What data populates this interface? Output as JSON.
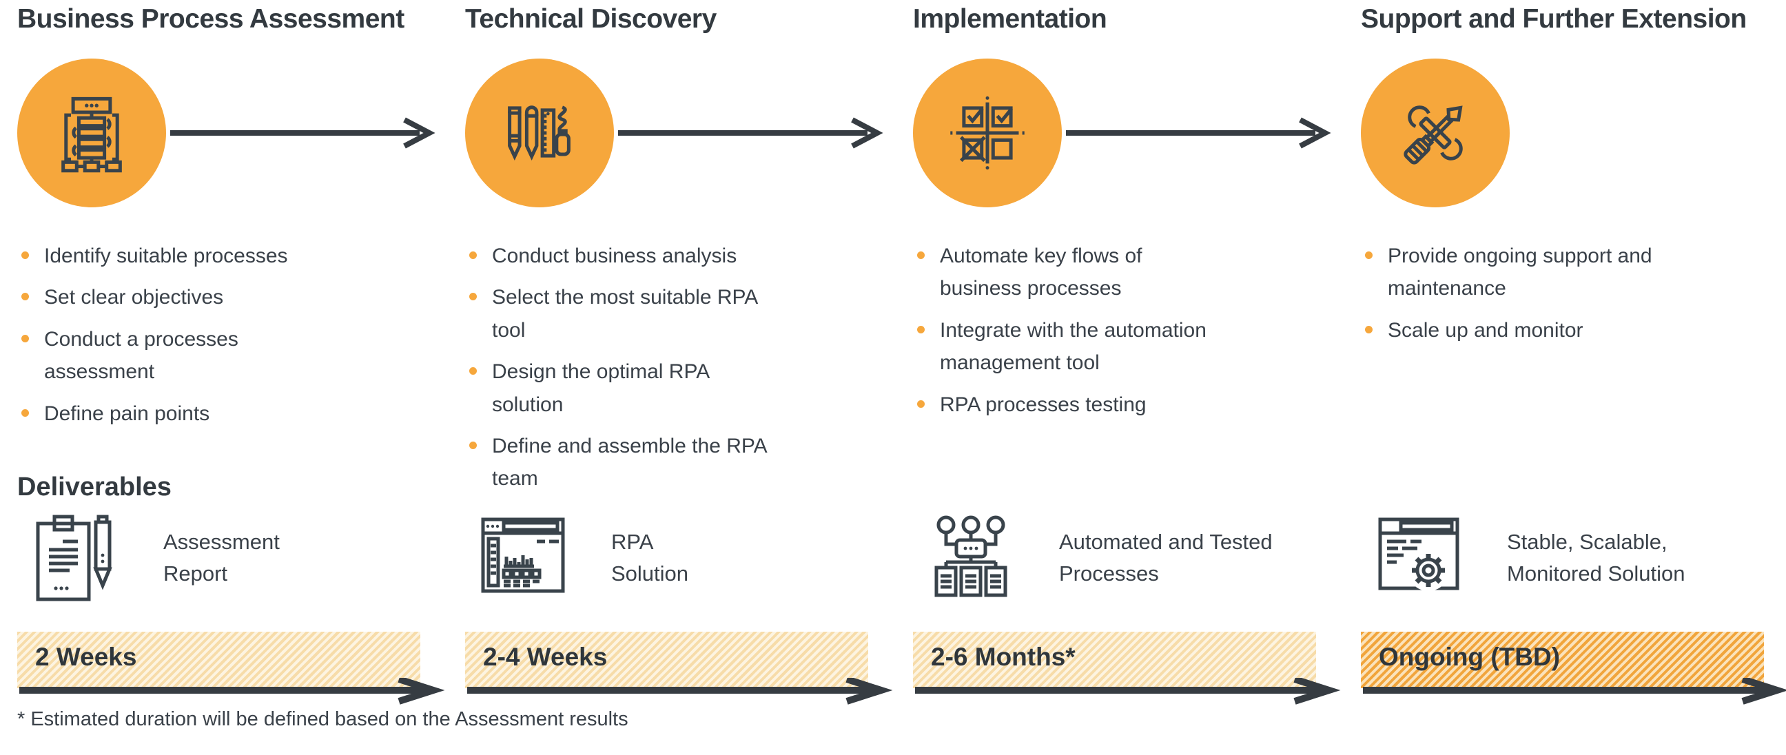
{
  "colors": {
    "accent_orange": "#F6A73C",
    "icon_stroke": "#39434B",
    "text": "#3A4149",
    "title_text": "#333A40",
    "bar_light_stripe": "#F7DCA9",
    "bar_light_bg": "#FDF4E1",
    "bar_dark_stripe": "#F1A53C",
    "bar_dark_bg": "#FBE3BB",
    "arrow": "#363C42"
  },
  "deliverables_heading": "Deliverables",
  "footnote": "* Estimated duration will be defined based on the Assessment results",
  "phases": [
    {
      "title": "Business Process Assessment",
      "icon": "process-flowchart-icon",
      "bullets": [
        "Identify suitable processes",
        "Set clear objectives",
        "Conduct a processes assessment",
        "Define pain points"
      ],
      "deliverable": {
        "icon": "clipboard-pen-icon",
        "lines": [
          "Assessment",
          "Report"
        ]
      },
      "duration": "2 Weeks",
      "bar_style": "light"
    },
    {
      "title": "Technical Discovery",
      "icon": "drafting-tools-icon",
      "bullets": [
        "Conduct business analysis",
        "Select the most suitable RPA tool",
        "Design the optimal RPA solution",
        "Define and assemble the RPA team"
      ],
      "deliverable": {
        "icon": "rpa-dashboard-icon",
        "lines": [
          "RPA",
          "Solution"
        ]
      },
      "duration": "2-4 Weeks",
      "bar_style": "light"
    },
    {
      "title": "Implementation",
      "icon": "checkbox-grid-icon",
      "bullets": [
        "Automate key flows of business processes",
        "Integrate with the automation management tool",
        "RPA processes testing"
      ],
      "deliverable": {
        "icon": "process-diagram-icon",
        "lines": [
          "Automated and Tested",
          "Processes"
        ]
      },
      "duration": "2-6 Months*",
      "bar_style": "light"
    },
    {
      "title": "Support and Further Extension",
      "icon": "wrench-screwdriver-icon",
      "bullets": [
        "Provide ongoing support and maintenance",
        "Scale up and monitor"
      ],
      "deliverable": {
        "icon": "gear-window-icon",
        "lines": [
          "Stable, Scalable,",
          "Monitored Solution"
        ]
      },
      "duration": "Ongoing (TBD)",
      "bar_style": "dark"
    }
  ]
}
